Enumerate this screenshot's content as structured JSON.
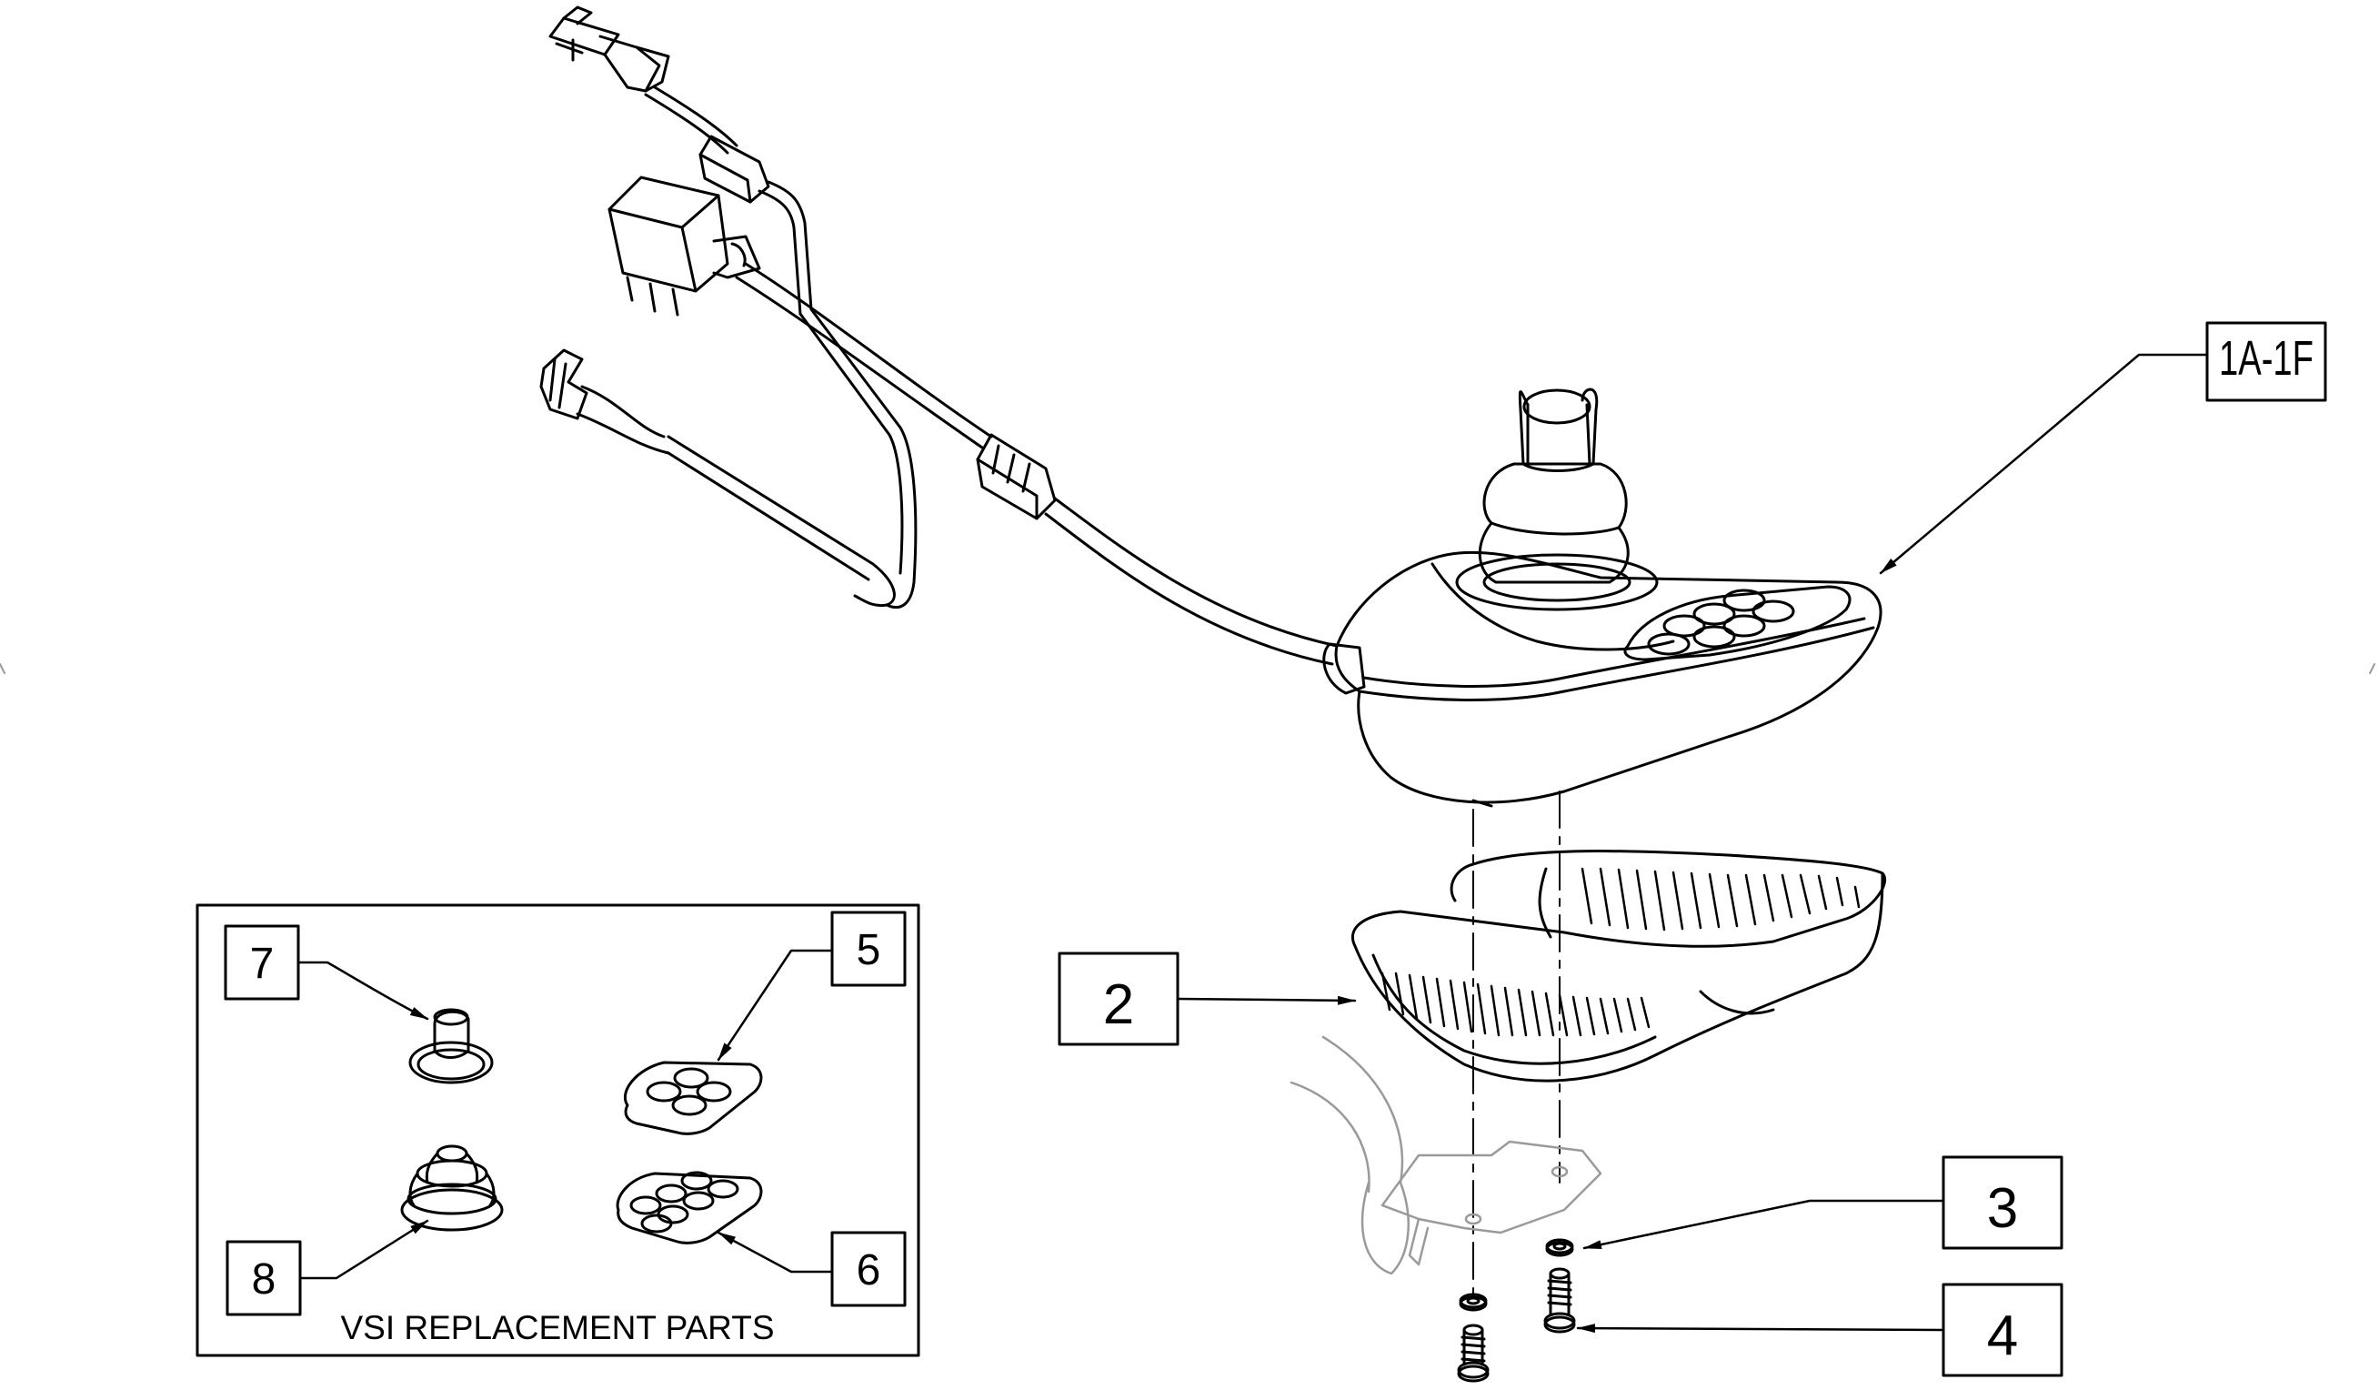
{
  "callouts": {
    "c1": "1A-1F",
    "c2": "2",
    "c3": "3",
    "c4": "4",
    "c5": "5",
    "c6": "6",
    "c7": "7",
    "c8": "8"
  },
  "inset": {
    "title": "VSI REPLACEMENT PARTS"
  },
  "colors": {
    "line": "#000000",
    "ghost": "#9a9a9a"
  }
}
